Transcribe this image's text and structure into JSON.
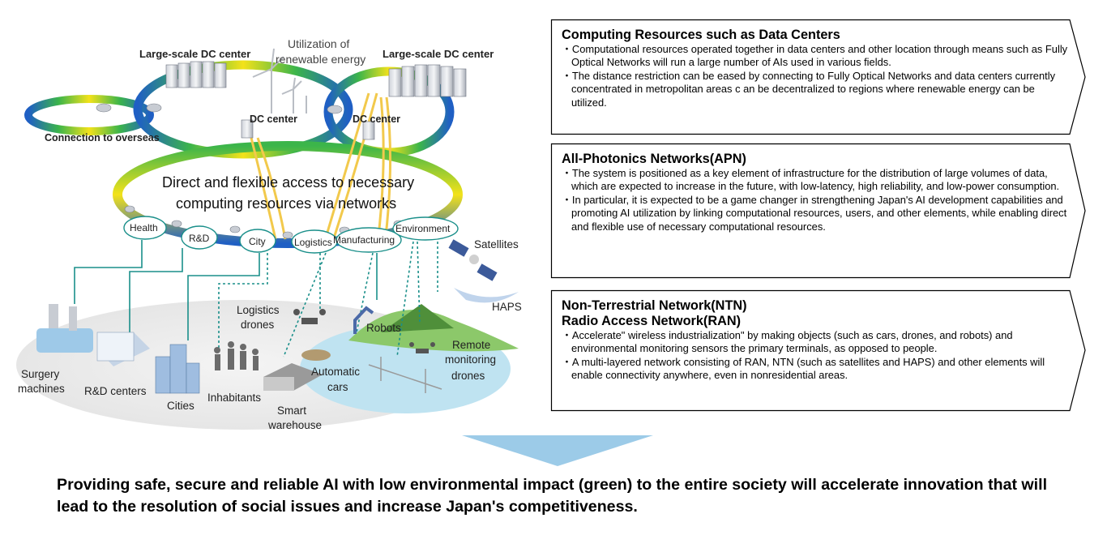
{
  "diagram": {
    "labels": {
      "dc_large_left": "Large-scale DC center",
      "dc_large_right": "Large-scale DC center",
      "renewable_line1": "Utilization of",
      "renewable_line2": "renewable energy",
      "dc_center_left": "DC center",
      "dc_center_right": "DC center",
      "overseas": "Connection to overseas",
      "access_line1": "Direct and flexible access to necessary",
      "access_line2": "computing resources via networks",
      "satellites": "Satellites",
      "haps": "HAPS",
      "logistics_drones_line1": "Logistics",
      "logistics_drones_line2": "drones",
      "robots": "Robots",
      "remote_line1": "Remote",
      "remote_line2": "monitoring",
      "remote_line3": "drones",
      "automatic_line1": "Automatic",
      "automatic_line2": "cars",
      "surgery_line1": "Surgery",
      "surgery_line2": "machines",
      "rd_centers": "R&D centers",
      "cities": "Cities",
      "inhabitants": "Inhabitants",
      "smart_line1": "Smart",
      "smart_line2": "warehouse"
    },
    "domains": [
      "Health",
      "R&D",
      "City",
      "Logistics",
      "Manufacturing",
      "Environment"
    ]
  },
  "boxes": [
    {
      "title": "Computing Resources such as Data Centers",
      "bullets": [
        "・Computational resources operated together in data centers and other location through means such as Fully Optical Networks will run a large number of AIs used in various fields.",
        "・The distance restriction can be eased by connecting to Fully Optical Networks and data centers currently concentrated in metropolitan areas c an be decentralized to regions where renewable energy can be utilized."
      ]
    },
    {
      "title": "All-Photonics Networks(APN)",
      "bullets": [
        "・The system is positioned as a key element of infrastructure for the distribution of large volumes of data, which are expected to increase in the future, with low-latency, high reliability, and low-power consumption.",
        "・In particular, it is expected to be a game changer in strengthening Japan's AI development capabilities and promoting AI utilization by linking computational resources, users, and other elements, while enabling direct and flexible use of necessary computational resources."
      ]
    },
    {
      "title_line1": "Non-Terrestrial Network(NTN)",
      "title_line2": "Radio Access Network(RAN)",
      "bullets": [
        "・Accelerate\" wireless industrialization\" by making objects (such as cars, drones, and robots) and environmental monitoring sensors the primary terminals, as opposed to people.",
        "・A multi-layered network consisting of RAN, NTN (such as satellites and HAPS) and other elements will enable connectivity anywhere, even in nonresidential areas."
      ]
    }
  ],
  "conclusion": "Providing safe, secure and reliable AI with low environmental impact (green) to the entire society will accelerate innovation that will lead to the resolution of social issues and increase Japan's competitiveness.",
  "colors": {
    "ring_blue": "#1f5fc4",
    "ring_green": "#3cb54a",
    "ring_yellow": "#f3e21a",
    "fiber_yellow": "#f2c94c",
    "teal_link": "#1a8f8a",
    "arrow_blue": "#9ccbe8",
    "ground_green": "#8cc86a"
  }
}
